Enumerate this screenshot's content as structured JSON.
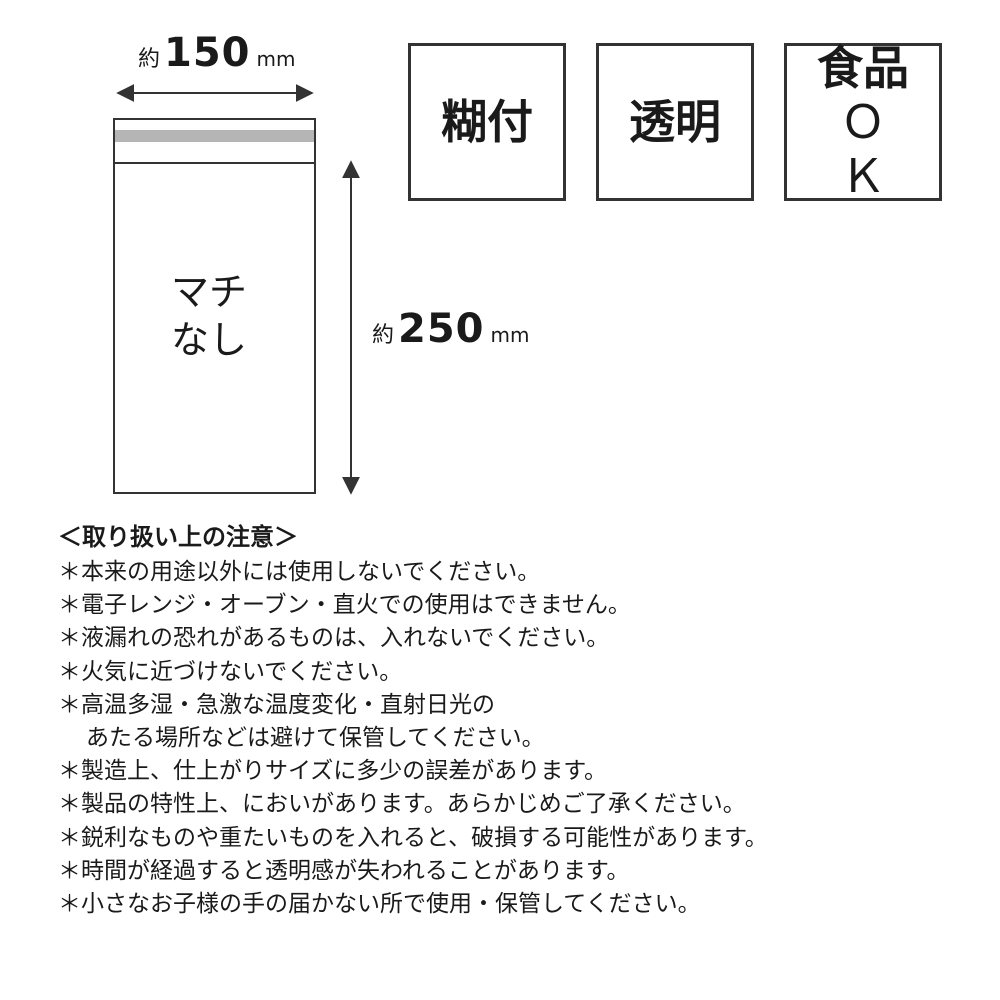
{
  "dimensions": {
    "width": {
      "prefix": "約",
      "value": "150",
      "unit": "mm"
    },
    "height": {
      "prefix": "約",
      "value": "250",
      "unit": "mm"
    }
  },
  "bag": {
    "line1": "マチ",
    "line2": "なし",
    "tape_color": "#b5b5b5"
  },
  "badges": [
    {
      "lines": [
        "糊付"
      ]
    },
    {
      "lines": [
        "透明"
      ]
    },
    {
      "lines": [
        "食品",
        "ＯＫ"
      ]
    }
  ],
  "notes": {
    "title": "＜取り扱い上の注意＞",
    "items": [
      [
        "＊本来の用途以外には使用しないでください。"
      ],
      [
        "＊電子レンジ・オーブン・直火での使用はできません。"
      ],
      [
        "＊液漏れの恐れがあるものは、入れないでください。"
      ],
      [
        "＊火気に近づけないでください。"
      ],
      [
        "＊高温多湿・急激な温度変化・直射日光の",
        "あたる場所などは避けて保管してください。"
      ],
      [
        "＊製造上、仕上がりサイズに多少の誤差があります。"
      ],
      [
        "＊製品の特性上、においがあります。あらかじめご了承ください。"
      ],
      [
        "＊鋭利なものや重たいものを入れると、破損する可能性があります。"
      ],
      [
        "＊時間が経過すると透明感が失われることがあります。"
      ],
      [
        "＊小さなお子様の手の届かない所で使用・保管してください。"
      ]
    ]
  },
  "colors": {
    "line": "#333333",
    "text": "#1a1a1a"
  }
}
